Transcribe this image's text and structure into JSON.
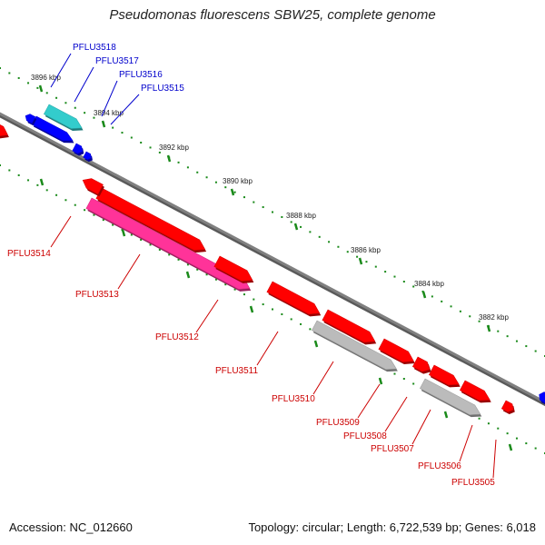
{
  "title": "Pseudomonas fluorescens SBW25, complete genome",
  "footer": {
    "accession": "Accession: NC_012660",
    "topology": "Topology: circular; Length: 6,722,539 bp; Genes: 6,018"
  },
  "colors": {
    "backbone": "#808080",
    "ruler_dots": "#1a8a1a",
    "label_red": "#cc0000",
    "label_blue": "#0000cc",
    "gene_red": "#ff0000",
    "gene_blue": "#0000ff",
    "gene_cyan": "#33cccc",
    "gene_pink": "#ff3399",
    "gene_gray": "#bbbbbb"
  },
  "ruler": {
    "ticks": [
      {
        "label": "3896 kbp"
      },
      {
        "label": "3894 kbp"
      },
      {
        "label": "3892 kbp"
      },
      {
        "label": "3890 kbp"
      },
      {
        "label": "3888 kbp"
      },
      {
        "label": "3886 kbp"
      },
      {
        "label": "3884 kbp"
      },
      {
        "label": "3882 kbp"
      }
    ]
  },
  "genes_top": [
    {
      "id": "PFLU3518",
      "color": "gene_cyan"
    },
    {
      "id": "PFLU3517",
      "color": "gene_blue"
    },
    {
      "id": "PFLU3516",
      "color": "gene_blue"
    },
    {
      "id": "PFLU3515",
      "color": "gene_blue"
    }
  ],
  "genes_bottom": [
    {
      "id": "PFLU3514",
      "color": "gene_red"
    },
    {
      "id": "PFLU3513",
      "color": "gene_pink"
    },
    {
      "id": "PFLU3512",
      "color": "gene_red"
    },
    {
      "id": "PFLU3511",
      "color": "gene_red"
    },
    {
      "id": "PFLU3510",
      "color": "gene_gray"
    },
    {
      "id": "PFLU3509",
      "color": "gene_red"
    },
    {
      "id": "PFLU3508",
      "color": "gene_red"
    },
    {
      "id": "PFLU3507",
      "color": "gene_red"
    },
    {
      "id": "PFLU3506",
      "color": "gene_gray"
    },
    {
      "id": "PFLU3505",
      "color": "gene_red"
    }
  ]
}
